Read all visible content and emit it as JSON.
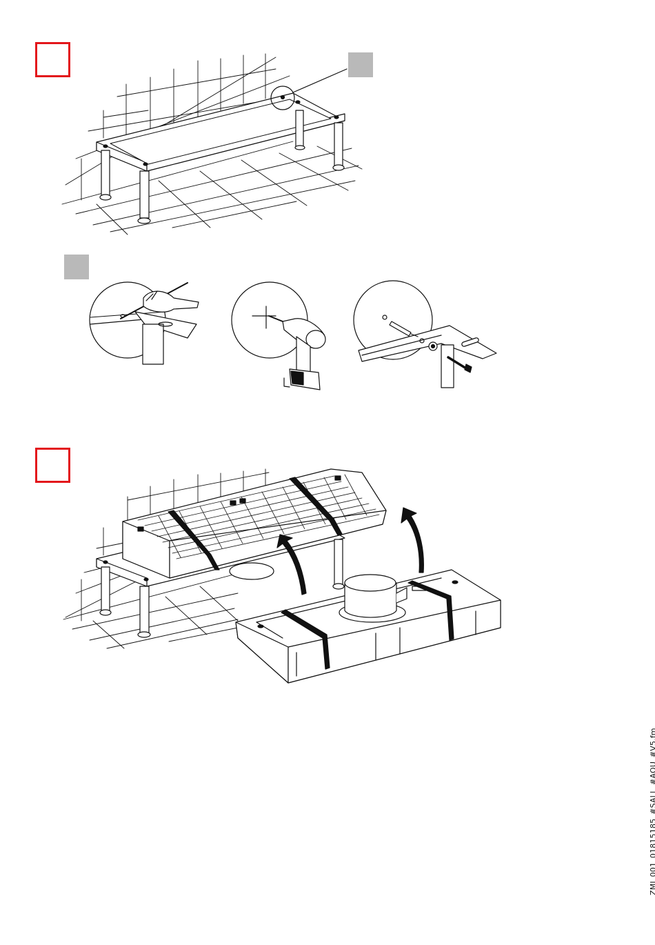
{
  "document": {
    "file_label": "ZMI_001_01815185_#SALL_#AQU_#V5.fm"
  },
  "colors": {
    "step_marker": "#e3161b",
    "reference_marker": "#b9b9b9",
    "line_art": "#111111"
  },
  "steps": [
    {
      "marker": "step-1",
      "illustration": "stand-frame-on-tiled-floor"
    },
    {
      "marker": "reference-detail",
      "illustration": "mark-drill-screw-detail"
    },
    {
      "marker": "step-2",
      "illustration": "lift-tray-onto-stand"
    }
  ]
}
